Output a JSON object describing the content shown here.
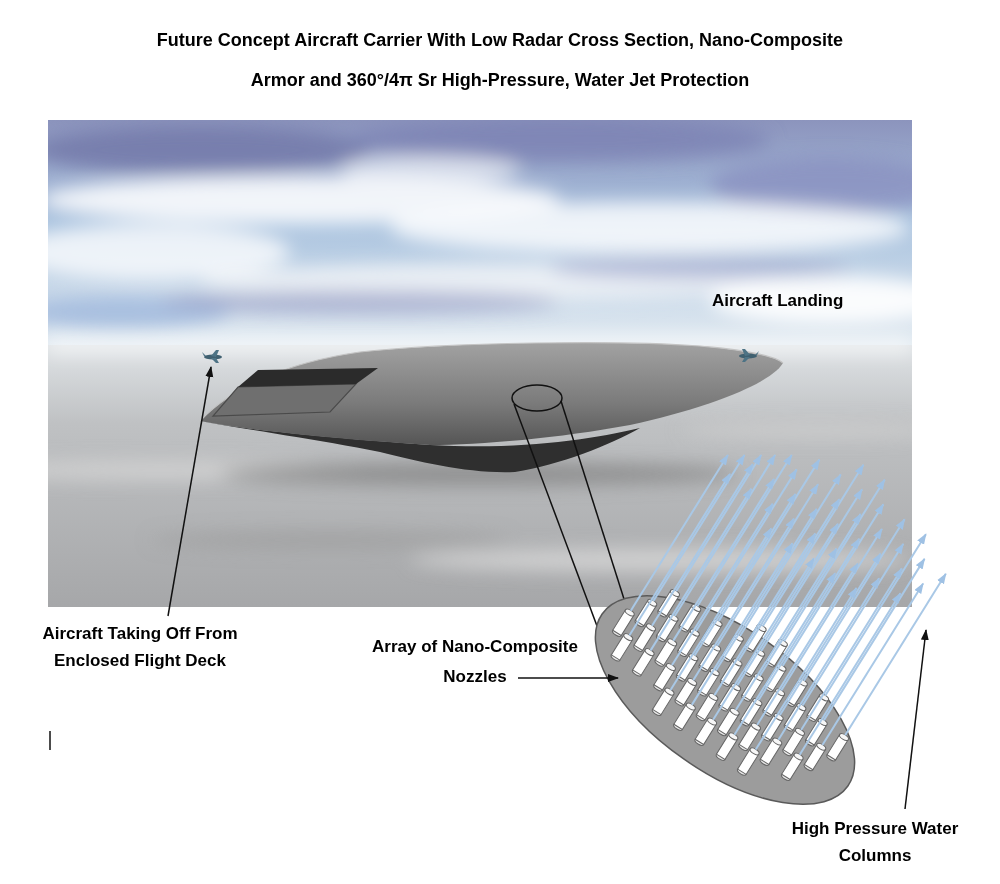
{
  "diagram": {
    "title": "Future Concept Aircraft Carrier With Low Radar Cross Section, Nano-Composite Armor and 360°/4π Sr High-Pressure, Water Jet Protection",
    "labels": [
      "Aircraft Landing",
      "Aircraft Taking Off From Enclosed Flight Deck",
      "Array of Nano-Composite Nozzles",
      "High Pressure Water Columns"
    ]
  }
}
